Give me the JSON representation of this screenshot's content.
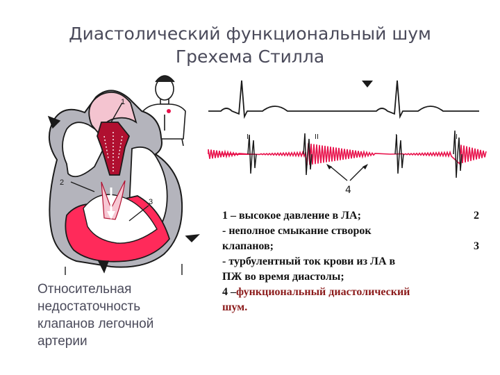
{
  "title": {
    "line1": "Диастолический функциональный шум",
    "line2": "Грехема Стилла"
  },
  "caption": {
    "line1": "Относительная",
    "line2": "недостаточность",
    "line3": "клапанов легочной",
    "line4": "артерии"
  },
  "diagram_labels": {
    "l1": "1",
    "l2": "2",
    "l3": "3",
    "l4": "4",
    "s1": "I",
    "s2": "II"
  },
  "legend": {
    "item1_text": "1 – высокое давление в ЛА;",
    "item2_num": "2",
    "item2_line1": "- неполное смыкание створок",
    "item2_line2": "клапанов;",
    "item3_num": "3",
    "item3_line1": "-  турбулентный ток крови  из ЛА в",
    "item3_line2": "ПЖ во время  диастолы;",
    "item4_prefix": "4 –",
    "item4_highlight": "функциональный диастолический",
    "item4_line2": "шум."
  },
  "colors": {
    "murmur": "#e8104a",
    "blood": "#b01030",
    "ventricle_fill": "#ff2a5a",
    "outline": "#1a1a1a",
    "wall_gray": "#a0a0a8",
    "title_text": "#4a4a5a",
    "highlight_text": "#8b1a1a"
  }
}
